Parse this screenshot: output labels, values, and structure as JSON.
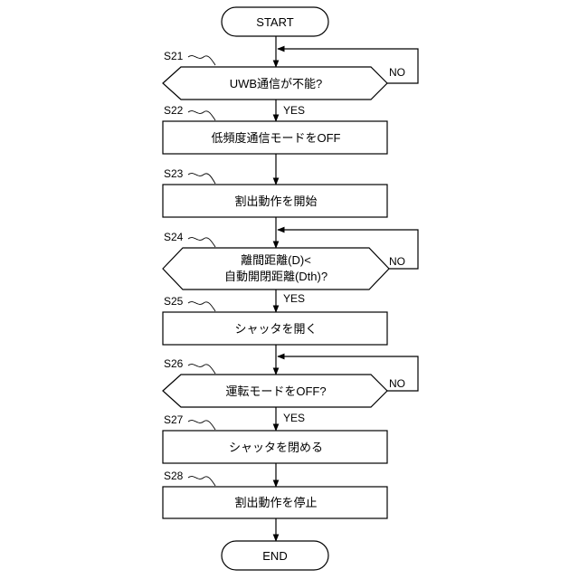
{
  "start": "START",
  "end": "END",
  "branch": {
    "yes": "YES",
    "no": "NO"
  },
  "steps": [
    {
      "id": "S21",
      "type": "decision",
      "lines": [
        "UWB通信が不能?"
      ]
    },
    {
      "id": "S22",
      "type": "process",
      "lines": [
        "低頻度通信モードをOFF"
      ]
    },
    {
      "id": "S23",
      "type": "process",
      "lines": [
        "割出動作を開始"
      ]
    },
    {
      "id": "S24",
      "type": "decision",
      "lines": [
        "離間距離(D)<",
        "自動開閉距離(Dth)?"
      ]
    },
    {
      "id": "S25",
      "type": "process",
      "lines": [
        "シャッタを開く"
      ]
    },
    {
      "id": "S26",
      "type": "decision",
      "lines": [
        "運転モードをOFF?"
      ]
    },
    {
      "id": "S27",
      "type": "process",
      "lines": [
        "シャッタを閉める"
      ]
    },
    {
      "id": "S28",
      "type": "process",
      "lines": [
        "割出動作を停止"
      ]
    }
  ]
}
